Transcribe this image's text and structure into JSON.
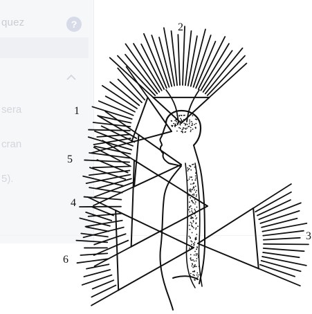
{
  "background_ui": {
    "header_text": "quez",
    "help_icon": "help-circle-icon",
    "help_glyph": "?",
    "collapse_icon": "chevron-up-icon",
    "lines": [
      "sera",
      "cran",
      "5)."
    ]
  },
  "diagram": {
    "labels": [
      "1",
      "2",
      "3",
      "4",
      "5",
      "6"
    ]
  }
}
